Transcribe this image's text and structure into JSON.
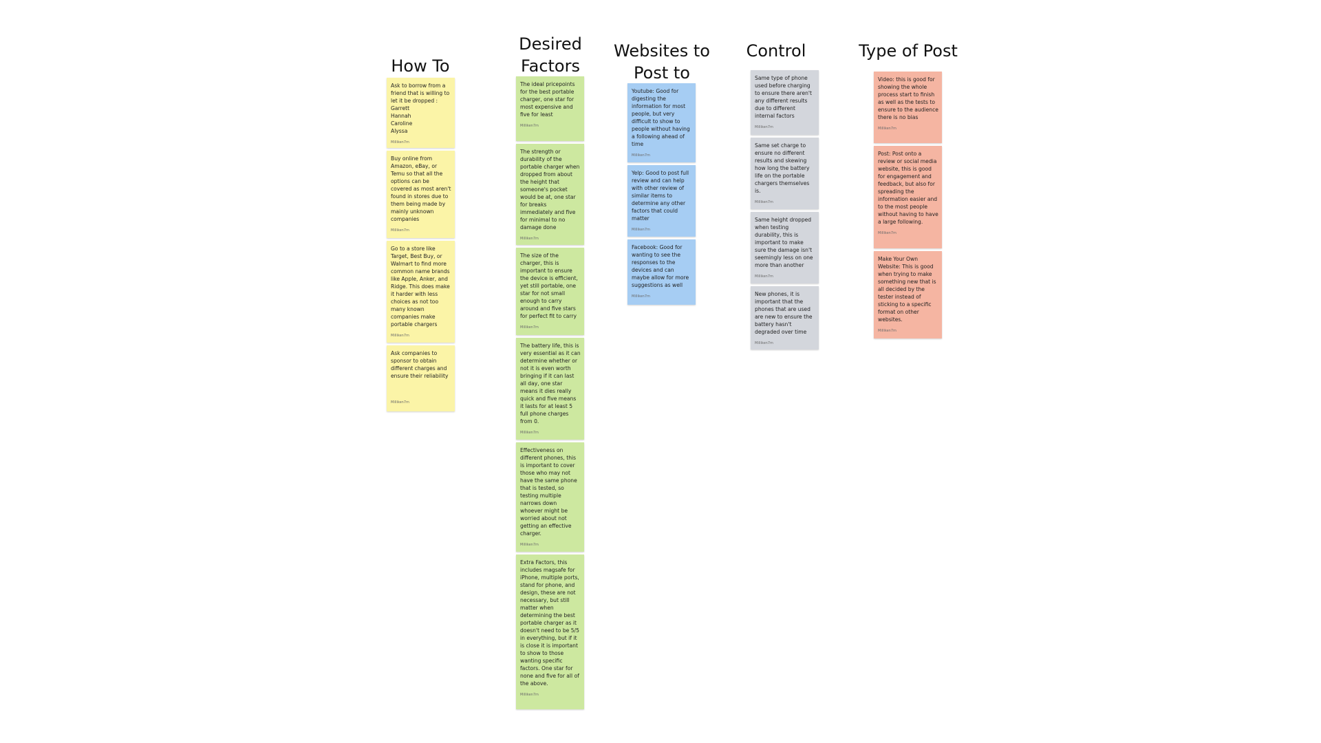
{
  "board": {
    "columns": [
      {
        "id": "how-to-get",
        "title": "How To Get",
        "color": "#fbf4a7",
        "notes": [
          {
            "text": "Ask to borrow from a friend that is willing to let it be dropped :\nGarrett\nHannah\nCaroline\nAlyssa",
            "author": "Milliken7m"
          },
          {
            "text": "Buy online from Amazon, eBay, or Temu so that all the options can be covered as most aren't found in stores due to them being made by mainly unknown companies",
            "author": "Milliken7m"
          },
          {
            "text": "Go to a store like Target, Best Buy, or Walmart to find more common name brands like Apple, Anker, and Ridge. This does make it harder with less choices as not too many known companies make portable chargers",
            "author": "Milliken7m"
          },
          {
            "text": " Ask companies to sponsor to obtain different charges and ensure their reliability",
            "author": "Milliken7m"
          }
        ]
      },
      {
        "id": "desired-factors",
        "title": "Desired\nFactors",
        "color": "#cde8a0",
        "notes": [
          {
            "text": "The ideal pricepoints for the best portable charger, one star for most expensive and five for least",
            "author": "Milliken7m"
          },
          {
            "text": "The strength or durability of the portable charger when dropped from about the height that someone's pocket would be at, one star for breaks immediately and five for minimal to no damage done",
            "author": "Milliken7m"
          },
          {
            "text": "The size of the charger, this is important to ensure the device is efficient, yet still portable, one star for not small enough to carry around and five stars for perfect fit to carry",
            "author": "Milliken7m"
          },
          {
            "text": "The battery life, this is very essential as it can determine whether or not it is even worth bringing if it can last all day, one star means it dies really quick and five means it lasts for at least 5 full phone charges from 0.",
            "author": "Milliken7m"
          },
          {
            "text": "Effectiveness on different phones, this is important to cover those who may not have the same phone that is tested, so testing multiple narrows down whoever might be worried about not getting an effective charger.",
            "author": "Milliken7m"
          },
          {
            "text": "Extra Factors, this includes magsafe for iPhone, multiple ports, stand for phone, and design, these are not necessary, but still matter when determining the best portable charger as it doesn't need to be 5/5 in everything, but if it is close it is important to show to those wanting specific factors. One star for none and five for all of the above.",
            "author": "Milliken7m"
          }
        ]
      },
      {
        "id": "websites-to-post-to",
        "title": "Websites to\nPost to",
        "color": "#a6cdf3",
        "notes": [
          {
            "text": "Youtube: Good for digesting the information for most people, but very difficult to show to people without having a following ahead of time",
            "author": "Milliken7m"
          },
          {
            "text": "Yelp: Good to post full review and can help with other review of similar items to determine any other factors that could matter",
            "author": "Milliken7m"
          },
          {
            "text": "Facebook: Good for wanting to see the responses to the devices and can maybe allow for more suggestions as well",
            "author": "Milliken7m"
          }
        ]
      },
      {
        "id": "control",
        "title": "Control",
        "color": "#d3d6dc",
        "notes": [
          {
            "text": "Same type of phone used before charging to ensure there aren't any different results due to different internal factors",
            "author": "Milliken7m"
          },
          {
            "text": "Same set charge to ensure no different results and skewing how long the battery life on the portable chargers themselves is.",
            "author": "Milliken7m"
          },
          {
            "text": "Same height dropped when testing durability, this is important to make sure the damage isn't seemingly less on one more than another",
            "author": "Milliken7m"
          },
          {
            "text": "New phones, it is important that the phones that are used are new to ensure the battery hasn't degraded over time",
            "author": "Milliken7m"
          }
        ]
      },
      {
        "id": "type-of-post",
        "title": "Type of Post",
        "color": "#f5b5a2",
        "notes": [
          {
            "text": "Video: this is good for showing the whole process start to finish as well as the tests to ensure to the audience there is no bias",
            "author": "Milliken7m"
          },
          {
            "text": "Post: Post onto a review or social media website, this is good for engagement and feedback, but also for spreading the information easier and to the most people without having to have a large following.",
            "author": "Milliken7m"
          },
          {
            "text": "Make Your Own Website: This is good when trying to make something new that is all decided by the tester instead of sticking to a specific format on other websites.",
            "author": "Milliken7m"
          }
        ]
      }
    ]
  }
}
